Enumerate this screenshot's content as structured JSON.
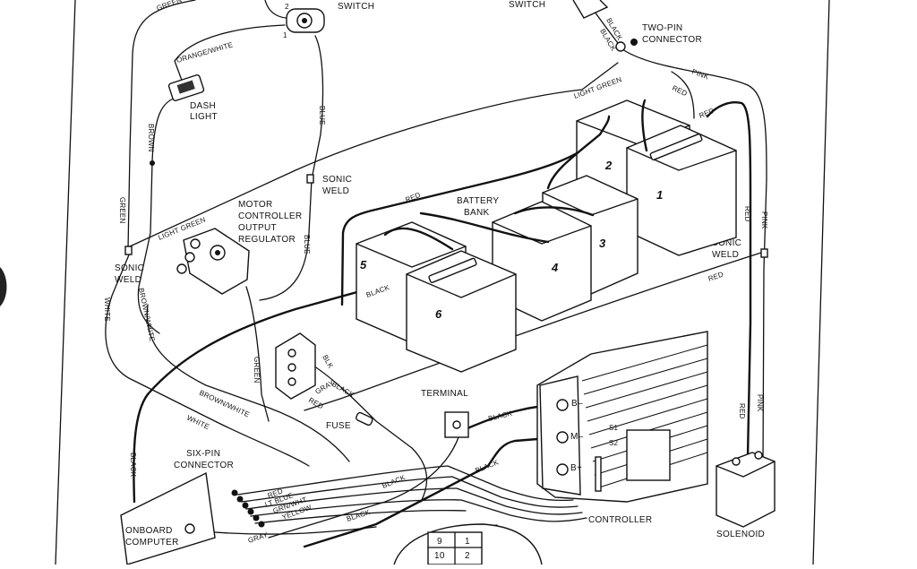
{
  "labels": {
    "switch_left": "SWITCH",
    "switch_right": "SWITCH",
    "two_pin_connector": [
      "TWO-PIN",
      "CONNECTOR"
    ],
    "dash_light": [
      "DASH",
      "LIGHT"
    ],
    "sonic_weld_top": [
      "SONIC",
      "WELD"
    ],
    "motor_controller": [
      "MOTOR",
      "CONTROLLER",
      "OUTPUT",
      "REGULATOR"
    ],
    "sonic_weld_left": [
      "SONIC",
      "WELD"
    ],
    "battery_bank": [
      "BATTERY",
      "BANK"
    ],
    "sonic_weld_right": [
      "SONIC",
      "WELD"
    ],
    "terminal": "TERMINAL",
    "fuse": "FUSE",
    "six_pin_connector": [
      "SIX-PIN",
      "CONNECTOR"
    ],
    "onboard_computer": [
      "ONBOARD",
      "COMPUTER"
    ],
    "controller": "CONTROLLER",
    "solenoid": "SOLENOID",
    "controller_terminals": [
      "B–",
      "M–",
      "B+",
      "S1",
      "S2"
    ]
  },
  "wire_labels": {
    "green_top": "GREEN",
    "orange_white": "ORANGE/WHITE",
    "brown": "BROWN",
    "green_left": "GREEN",
    "blue_top": "BLUE",
    "blue_mid": "BLUE",
    "light_green_top": "LIGHT GREEN",
    "light_green_mid": "LIGHT GREEN",
    "white_left": "WHITE",
    "brown_white_left": "BROWN/WHITE",
    "black_top_1": "BLACK",
    "black_top_2": "BLACK",
    "pink_top": "PINK",
    "red_top_1": "RED",
    "red_top_2": "RED",
    "red_bank": "RED",
    "red_right": "RED",
    "pink_right": "PINK",
    "red_long": "RED",
    "black_bank": "BLACK",
    "green_mid": "GREEN",
    "blk": "BLK",
    "black_fuse": "BLACK",
    "gray_mid": "GRAY",
    "red_mid": "RED",
    "brown_white_mid": "BROWN/WHITE",
    "white_mid": "WHITE",
    "black_left": "BLACK",
    "black_terminal": "BLACK",
    "black_controller": "BLACK",
    "black_bottom_1": "BLACK",
    "black_bottom_2": "BLACK",
    "red_bottom_right": "RED",
    "pink_bottom_right": "PINK",
    "gray_bottom": "GRAY",
    "six_pin_wires": [
      "RED",
      "LT BLUE",
      "GRN/WHT",
      "YELLOW"
    ]
  },
  "batteries": [
    "1",
    "2",
    "3",
    "4",
    "5",
    "6"
  ],
  "pin_table": [
    [
      "9",
      "1"
    ],
    [
      "10",
      "2"
    ]
  ]
}
